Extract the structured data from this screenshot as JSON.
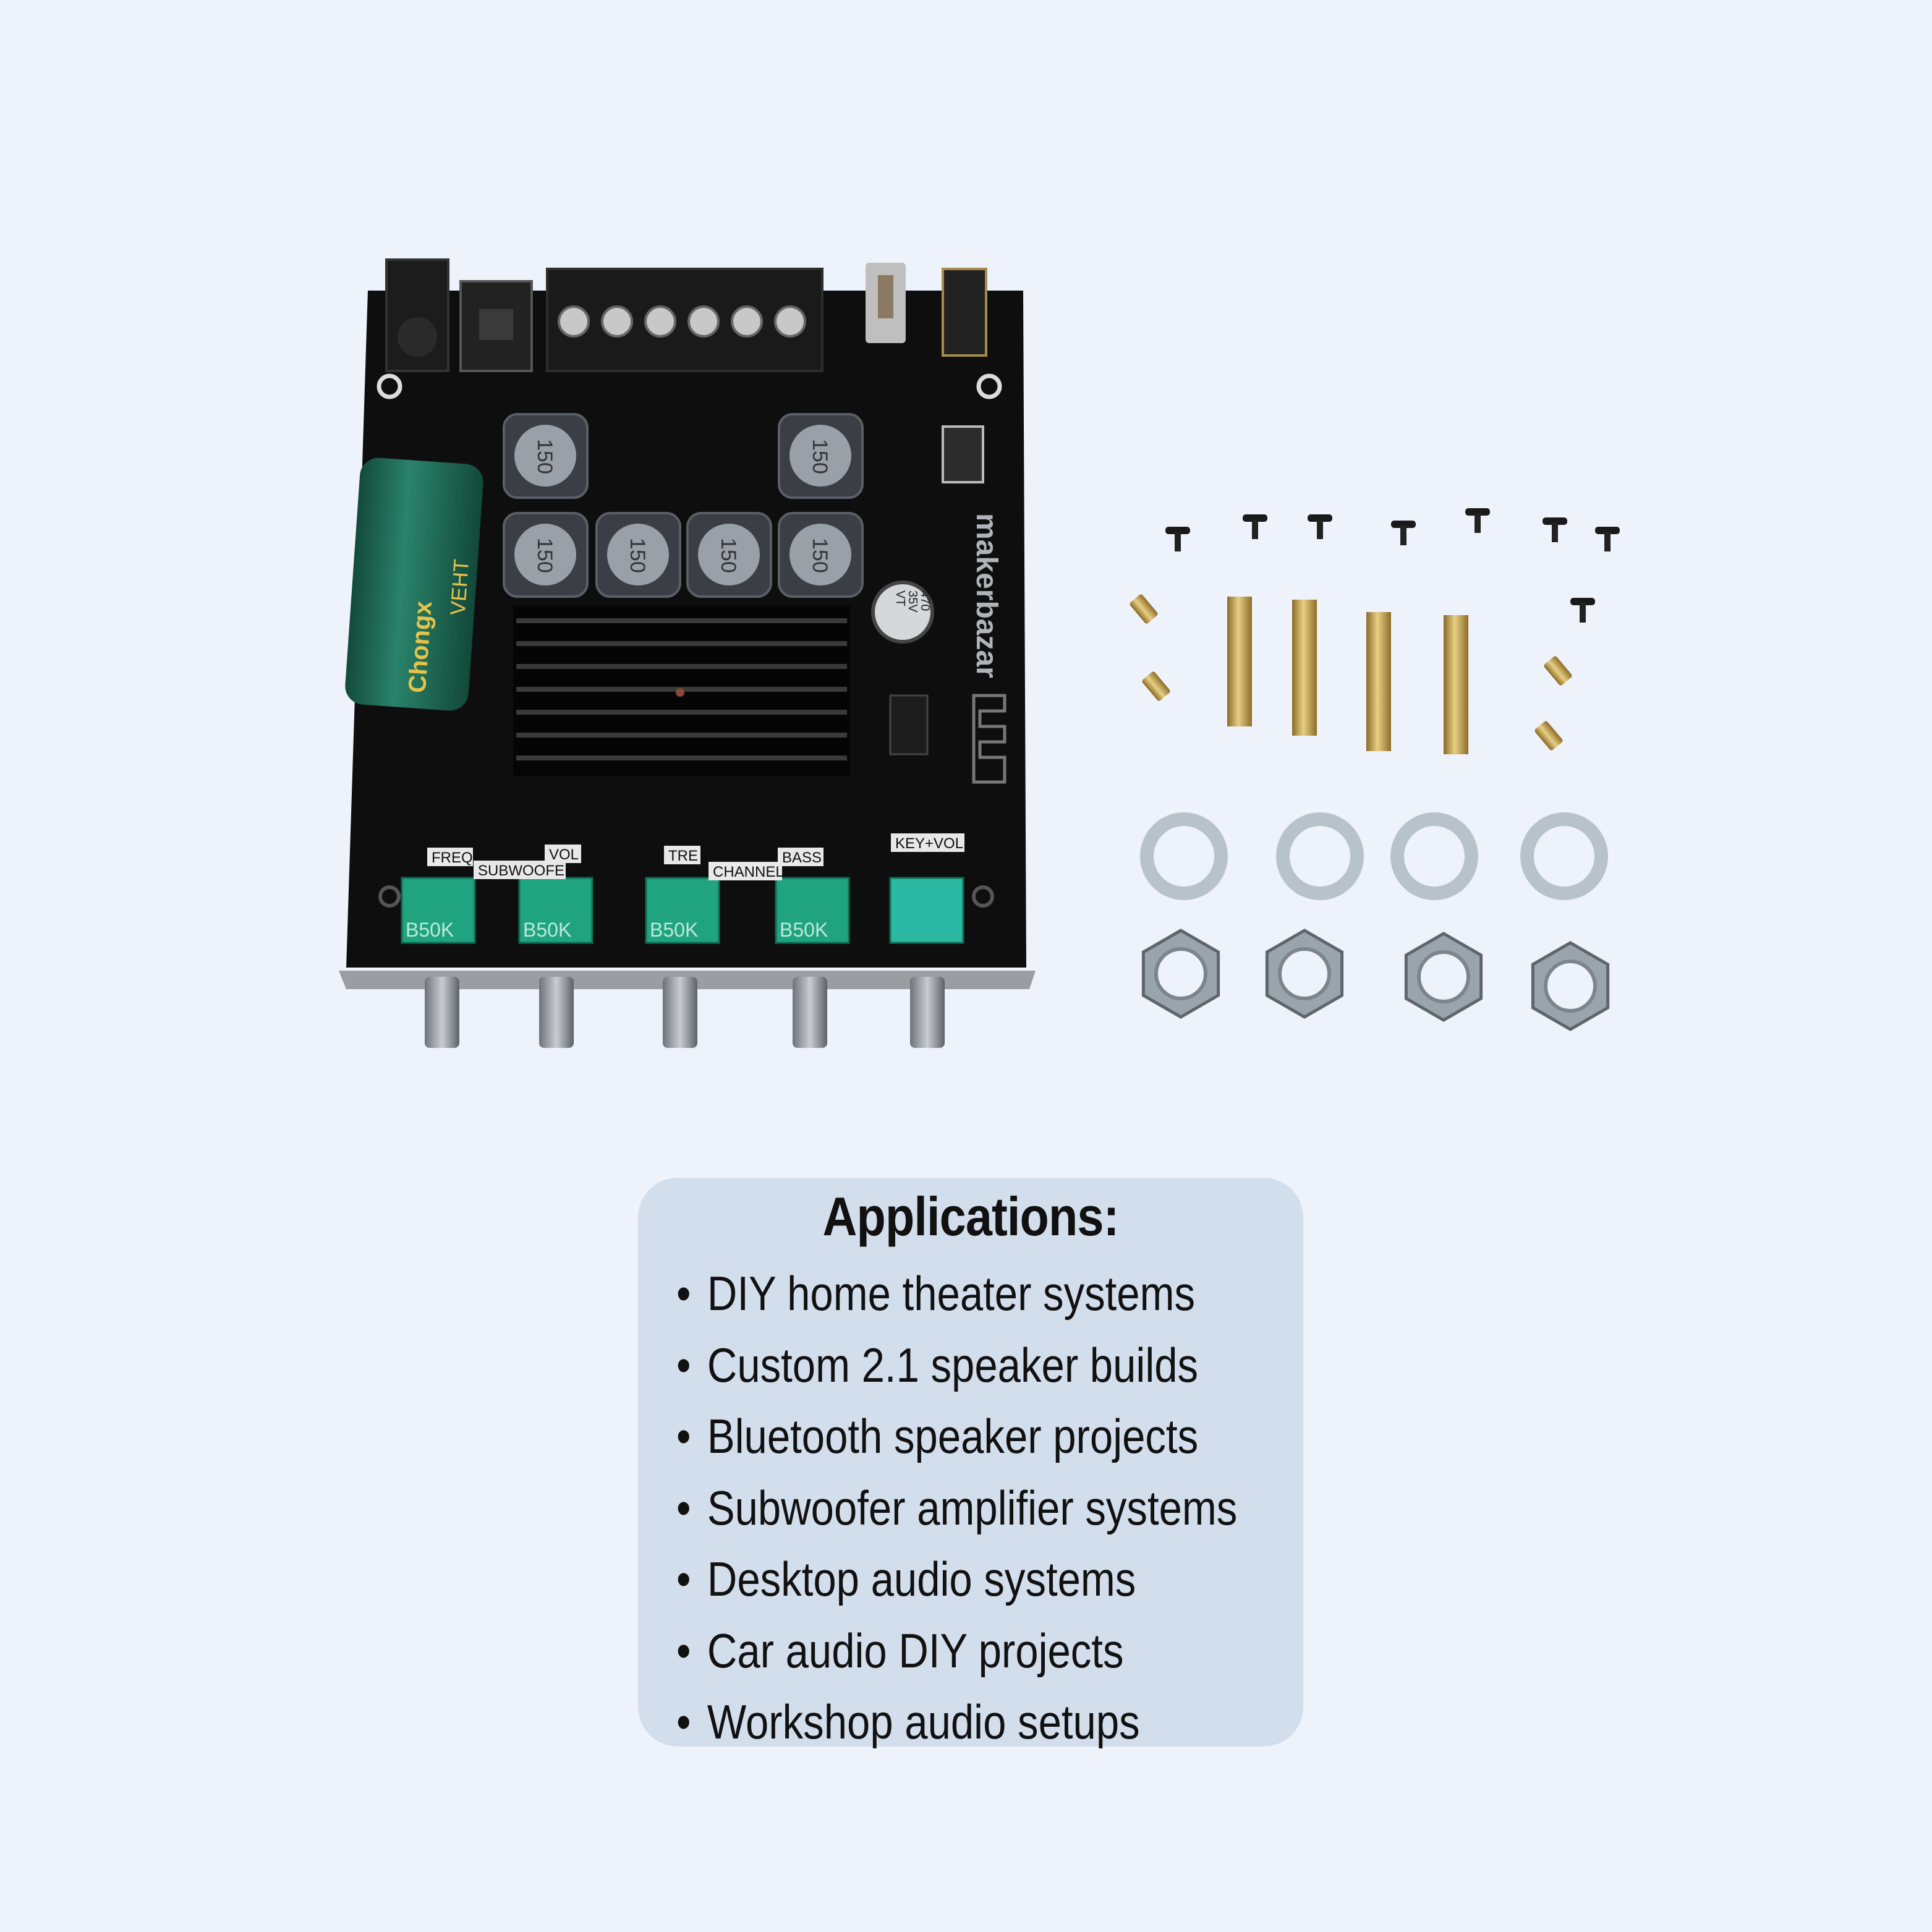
{
  "applications": {
    "title": "Applications:",
    "bullet": "•",
    "items": [
      "DIY home theater systems",
      "Custom 2.1 speaker builds",
      "Bluetooth speaker projects",
      "Subwoofer amplifier systems",
      "Desktop audio systems",
      "Car audio DIY projects",
      "Workshop audio setups"
    ]
  },
  "board": {
    "inductor_label": "150",
    "pot_label": "B50K",
    "control_labels": [
      "FREQ",
      "SUBWOOFER",
      "VOL",
      "TRE",
      "CHANNEL",
      "BASS",
      "KEY+VOL"
    ],
    "capacitor_brand": "Chongx",
    "capacitor_series": "VEHT",
    "small_capacitor_label": [
      "470",
      "35V",
      "VT"
    ],
    "watermark_logo": "makerbazar"
  },
  "colors": {
    "background": "#eef3fb",
    "panel": "#d3deec",
    "pcb": "#0e0e0f",
    "pot_green": "#1fa47f",
    "capacitor_green": "#1e6b55",
    "brass": "#c9a24a"
  }
}
